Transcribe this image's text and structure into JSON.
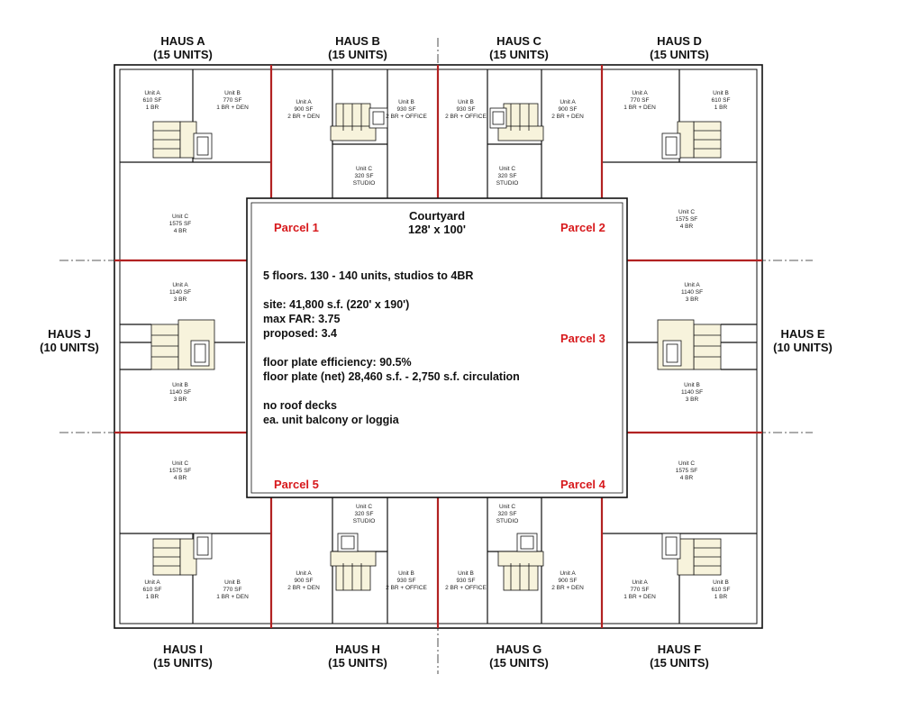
{
  "hauses": {
    "a": {
      "name": "HAUS A",
      "units": "(15 UNITS)"
    },
    "b": {
      "name": "HAUS B",
      "units": "(15 UNITS)"
    },
    "c": {
      "name": "HAUS C",
      "units": "(15 UNITS)"
    },
    "d": {
      "name": "HAUS D",
      "units": "(15 UNITS)"
    },
    "e": {
      "name": "HAUS E",
      "units": "(10 UNITS)"
    },
    "f": {
      "name": "HAUS F",
      "units": "(15 UNITS)"
    },
    "g": {
      "name": "HAUS G",
      "units": "(15 UNITS)"
    },
    "h": {
      "name": "HAUS H",
      "units": "(15 UNITS)"
    },
    "i": {
      "name": "HAUS I",
      "units": "(15 UNITS)"
    },
    "j": {
      "name": "HAUS J",
      "units": "(10 UNITS)"
    }
  },
  "courtyard": {
    "title": "Courtyard",
    "dims": "128' x 100'"
  },
  "parcels": {
    "p1": "Parcel 1",
    "p2": "Parcel 2",
    "p3": "Parcel 3",
    "p4": "Parcel 4",
    "p5": "Parcel 5"
  },
  "notes": [
    "5 floors. 130 - 140 units, studios to 4BR",
    "",
    "site: 41,800 s.f. (220' x 190')",
    "max FAR: 3.75",
    "proposed: 3.4",
    "",
    "floor plate efficiency: 90.5%",
    "floor plate (net) 28,460 s.f. - 2,750 s.f. circulation",
    "",
    "no roof decks",
    "ea. unit balcony or loggia"
  ],
  "units": {
    "a_unit_a": [
      "Unit A",
      "610 SF",
      "1 BR"
    ],
    "a_unit_b": [
      "Unit B",
      "770 SF",
      "1 BR + DEN"
    ],
    "a_unit_c": [
      "Unit C",
      "1575 SF",
      "4 BR"
    ],
    "b_unit_a": [
      "Unit A",
      "900 SF",
      "2 BR + DEN"
    ],
    "b_unit_b": [
      "Unit B",
      "930 SF",
      "2 BR + OFFICE"
    ],
    "b_unit_c": [
      "Unit C",
      "320 SF",
      "STUDIO"
    ],
    "c_unit_b": [
      "Unit B",
      "930 SF",
      "2 BR + OFFICE"
    ],
    "c_unit_a": [
      "Unit A",
      "900 SF",
      "2 BR + DEN"
    ],
    "c_unit_c": [
      "Unit C",
      "320 SF",
      "STUDIO"
    ],
    "d_unit_a": [
      "Unit A",
      "770 SF",
      "1 BR + DEN"
    ],
    "d_unit_b": [
      "Unit B",
      "610 SF",
      "1 BR"
    ],
    "d_unit_c": [
      "Unit C",
      "1575 SF",
      "4 BR"
    ],
    "j_unit_a": [
      "Unit A",
      "1140 SF",
      "3 BR"
    ],
    "j_unit_b": [
      "Unit B",
      "1140 SF",
      "3 BR"
    ],
    "e_unit_a": [
      "Unit A",
      "1140 SF",
      "3 BR"
    ],
    "e_unit_b": [
      "Unit B",
      "1140 SF",
      "3 BR"
    ],
    "i_unit_c": [
      "Unit C",
      "1575 SF",
      "4 BR"
    ],
    "i_unit_a": [
      "Unit A",
      "610 SF",
      "1 BR"
    ],
    "i_unit_b": [
      "Unit B",
      "770 SF",
      "1 BR + DEN"
    ],
    "h_unit_c": [
      "Unit C",
      "320 SF",
      "STUDIO"
    ],
    "h_unit_a": [
      "Unit A",
      "900 SF",
      "2 BR + DEN"
    ],
    "h_unit_b": [
      "Unit B",
      "930 SF",
      "2 BR + OFFICE"
    ],
    "g_unit_c": [
      "Unit C",
      "320 SF",
      "STUDIO"
    ],
    "g_unit_b": [
      "Unit B",
      "930 SF",
      "2 BR + OFFICE"
    ],
    "g_unit_a": [
      "Unit A",
      "900 SF",
      "2 BR + DEN"
    ],
    "f_unit_c": [
      "Unit C",
      "1575 SF",
      "4 BR"
    ],
    "f_unit_a": [
      "Unit A",
      "770 SF",
      "1 BR + DEN"
    ],
    "f_unit_b": [
      "Unit B",
      "610 SF",
      "1 BR"
    ]
  },
  "colors": {
    "wall": "#111111",
    "party_wall": "#b22222",
    "stair_fill": "#f7f3dc",
    "parcel_text": "#d7191c"
  }
}
